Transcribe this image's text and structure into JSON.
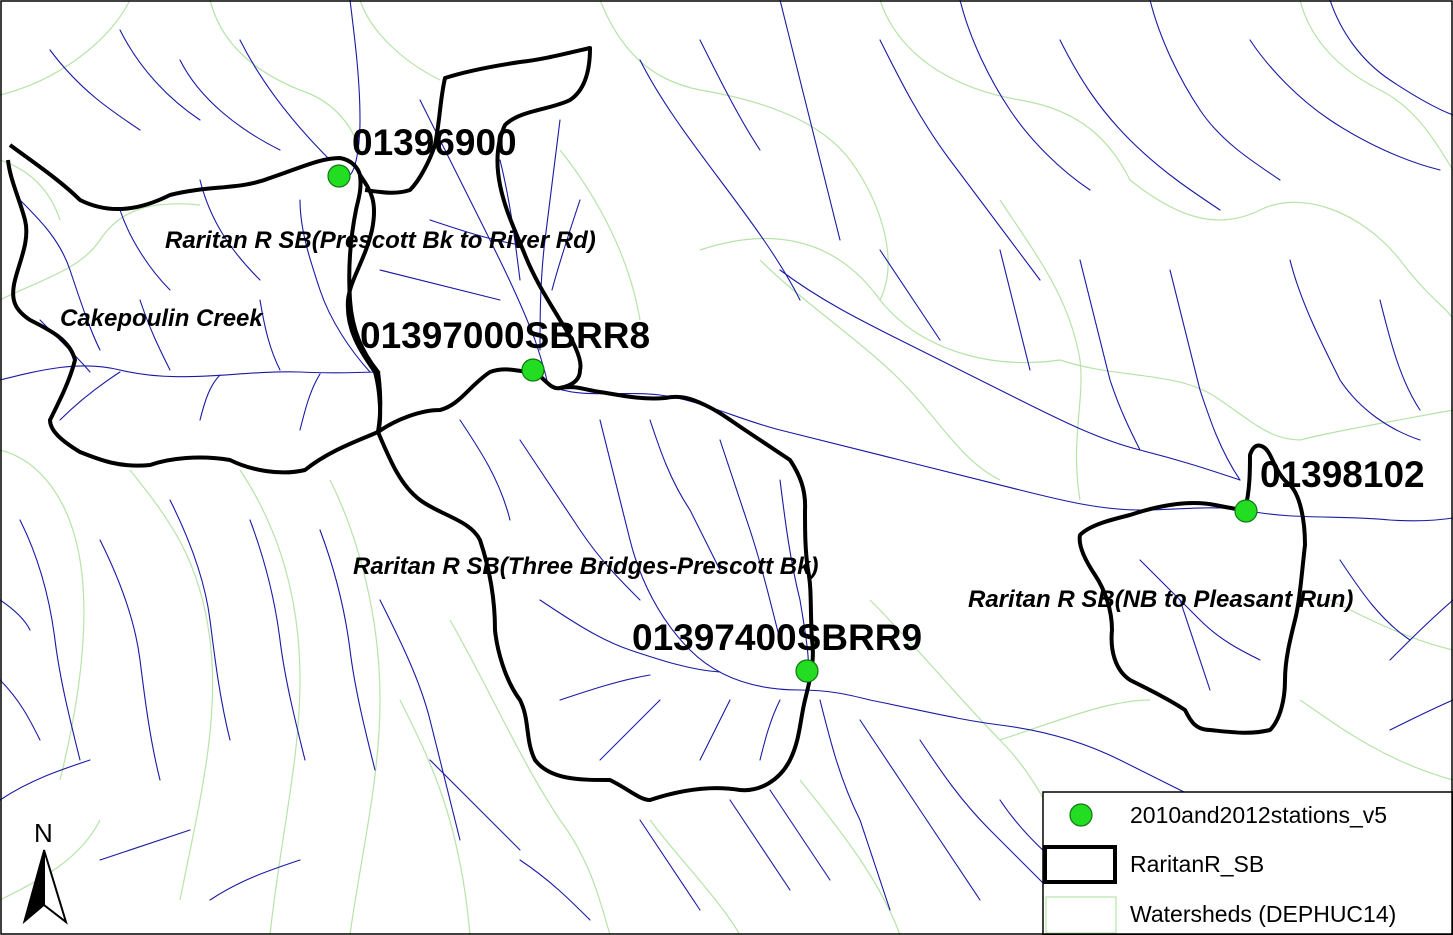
{
  "colors": {
    "stream": "#1a1aa6",
    "watershed_line": "#b6e3a8",
    "boundary": "#000000",
    "station_fill": "#22dd22",
    "station_stroke": "#117711"
  },
  "map": {
    "station_labels": [
      "01396900",
      "01397000SBRR8",
      "01397400SBRR9",
      "01398102"
    ],
    "watershed_labels": [
      "Raritan R SB(Prescott Bk to River Rd)",
      "Cakepoulin Creek",
      "Raritan R SB(Three Bridges-Prescott Bk)",
      "Raritan R SB(NB to Pleasant Run)"
    ]
  },
  "legend": {
    "items": [
      {
        "label": "2010and2012stations_v5",
        "symbol": "green-dot-icon"
      },
      {
        "label": "RaritanR_SB",
        "symbol": "black-box-icon"
      },
      {
        "label": "Watersheds (DEPHUC14)",
        "symbol": "green-box-icon"
      }
    ]
  },
  "north_arrow": {
    "label": "N"
  }
}
